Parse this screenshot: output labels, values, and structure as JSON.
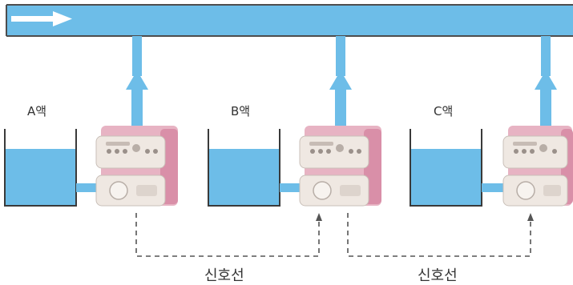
{
  "colors": {
    "liquid": "#6dbde8",
    "pipe_border": "#4d4d4d",
    "tank_outline": "#3a3a3a",
    "pump_body": "#e7b3c3",
    "pump_head": "#efe8e2",
    "signal_line": "#555555",
    "flow_arrow": "#ffffff"
  },
  "tanks": [
    {
      "label": "A액"
    },
    {
      "label": "B액"
    },
    {
      "label": "C액"
    }
  ],
  "pumps": [
    {
      "name": "pump-a"
    },
    {
      "name": "pump-b"
    },
    {
      "name": "pump-c"
    }
  ],
  "signal_lines": [
    {
      "label": "신호선"
    },
    {
      "label": "신호선"
    }
  ],
  "icons": {
    "flow_direction": "arrow-right-icon",
    "upward_flow": "arrow-up-icon"
  }
}
